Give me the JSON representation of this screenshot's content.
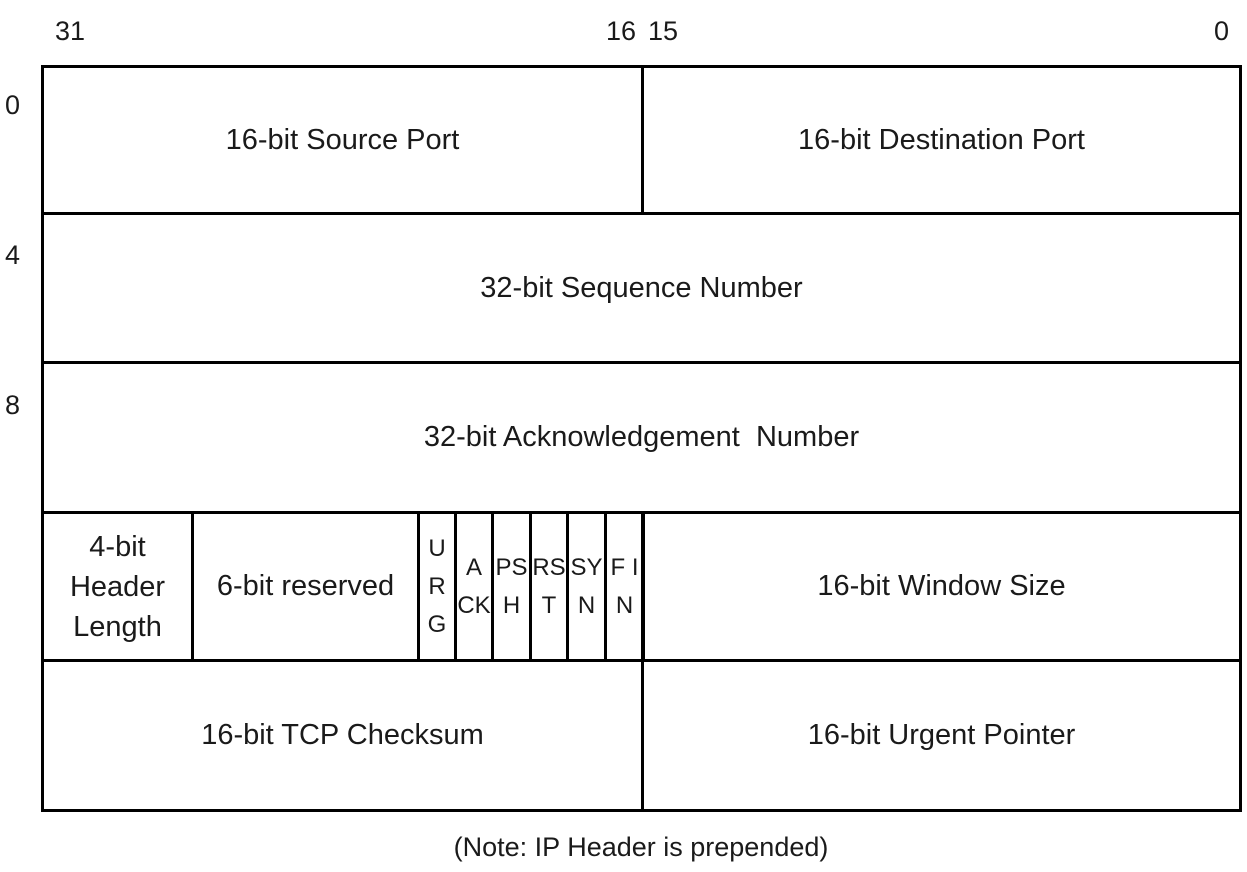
{
  "colors": {
    "line": "#000000",
    "text": "#1a1a1a",
    "background": "#ffffff"
  },
  "bit_labels": {
    "high": "31",
    "mid_high": "16",
    "mid_low": "15",
    "low": "0"
  },
  "offset_labels": [
    "0",
    "4",
    "8"
  ],
  "fields": {
    "source_port": "16-bit Source Port",
    "destination_port": "16-bit Destination Port",
    "sequence_number": "32-bit Sequence Number",
    "acknowledgement_number": "32-bit Acknowledgement  Number",
    "header_length": [
      "4-bit",
      "Header",
      "Length"
    ],
    "reserved": "6-bit reserved",
    "flags": [
      {
        "lines": [
          "U",
          "R",
          "G"
        ]
      },
      {
        "lines": [
          "A",
          "CK"
        ]
      },
      {
        "lines": [
          "PS",
          "H"
        ]
      },
      {
        "lines": [
          "RS",
          "T"
        ]
      },
      {
        "lines": [
          "SY",
          "N"
        ]
      },
      {
        "lines": [
          "F I",
          "N"
        ]
      }
    ],
    "window_size": "16-bit Window Size",
    "checksum": "16-bit TCP Checksum",
    "urgent_pointer": "16-bit Urgent Pointer"
  },
  "note": "(Note: IP Header is prepended)"
}
